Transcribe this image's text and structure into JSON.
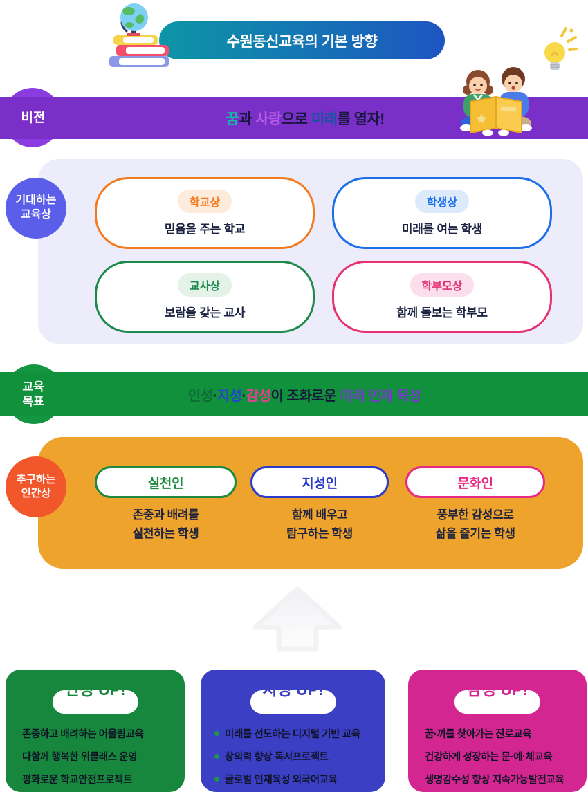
{
  "header": {
    "title": "수원동신교육의 기본 방향"
  },
  "vision": {
    "label": "비전",
    "segments": [
      {
        "text": "꿈",
        "color": "#14BD9E"
      },
      {
        "text": "과 ",
        "color": "#15183B"
      },
      {
        "text": "사랑",
        "color": "#B35DE4"
      },
      {
        "text": "으로 ",
        "color": "#15183B"
      },
      {
        "text": "미래",
        "color": "#15549E"
      },
      {
        "text": "를 열자!",
        "color": "#15183B"
      }
    ]
  },
  "expectations": {
    "label_line1": "기대하는",
    "label_line2": "교육상",
    "cards": [
      {
        "badge": "학교상",
        "text": "믿음을 주는 학교",
        "color": "#F47A1F"
      },
      {
        "badge": "학생상",
        "text": "미래를 여는 학생",
        "color": "#1D6EE9"
      },
      {
        "badge": "교사상",
        "text": "보람을 갖는 교사",
        "color": "#1D8A4B"
      },
      {
        "badge": "학부모상",
        "text": "함께 돌보는 학부모",
        "color": "#E73272"
      }
    ]
  },
  "goal": {
    "label_line1": "교육",
    "label_line2": "목표",
    "segments": [
      {
        "text": "인성",
        "color": "#0D6B33"
      },
      {
        "text": "·",
        "color": "#15183B"
      },
      {
        "text": "지성",
        "color": "#2443CF"
      },
      {
        "text": "·",
        "color": "#15183B"
      },
      {
        "text": "감성",
        "color": "#E2418F"
      },
      {
        "text": "이 조화로운 ",
        "color": "#15183B"
      },
      {
        "text": "미래 인재 육성",
        "color": "#7638CC"
      }
    ]
  },
  "pursuit": {
    "label_line1": "추구하는",
    "label_line2": "인간상",
    "cards": [
      {
        "pill": "실천인",
        "color": "#1D8A3F",
        "desc_line1": "존중과 배려를",
        "desc_line2": "실천하는 학생"
      },
      {
        "pill": "지성인",
        "color": "#2B3BC8",
        "desc_line1": "함께 배우고",
        "desc_line2": "탐구하는 학생"
      },
      {
        "pill": "문화인",
        "color": "#E62A83",
        "desc_line1": "풍부한 감성으로",
        "desc_line2": "삶을 즐기는 학생"
      }
    ]
  },
  "programs": {
    "cards": [
      {
        "badge": "인성 UP!",
        "color": "#16873C",
        "items": [
          "존중하고 배려하는 어울림교육",
          "다함께 행복한 위클래스 운영",
          "평화로운 학교안전프로젝트"
        ]
      },
      {
        "badge": "지성 UP!",
        "color": "#3A3FC3",
        "items": [
          "미래를 선도하는 디지털 기반 교육",
          "창의력 향상 독서프로젝트",
          "글로벌 인재육성 외국어교육"
        ]
      },
      {
        "badge": "감성 UP!",
        "color": "#D42691",
        "items": [
          "꿈·끼를 찾아가는 진로교육",
          "건강하게 성장하는 문·예·체교육",
          "생명감수성 향상 지속가능발전교육"
        ]
      }
    ]
  },
  "icons": [
    "globe-books-icon",
    "light-bulb-icon",
    "kids-reading-icon",
    "up-arrow-icon"
  ],
  "palette": {
    "banner_gradient_start": "#0C96A6",
    "banner_gradient_end": "#1D55C1",
    "vision_band": "#7B2FC9",
    "vision_circle": "#8A3CE0",
    "expect_container": "#ECECFA",
    "expect_circle": "#5A5EE8",
    "goal_band": "#12913C",
    "pursuit_container": "#EDA32C",
    "pursuit_circle": "#F2572B",
    "program_card_green": "#16873C",
    "program_card_blue": "#3A3FC3",
    "program_card_pink": "#D42691"
  }
}
